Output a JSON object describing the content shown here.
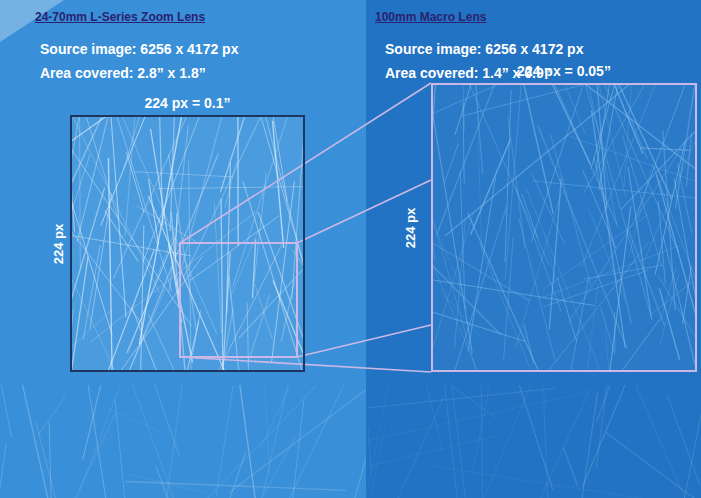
{
  "diagram": {
    "nodes": [
      {
        "text": [
          "24-70mm L-Series Zoom Lens",
          "Source image: 6256 x 4172 px",
          "Area covered: 2.8” x 1.8”"
        ]
      },
      {
        "text": [
          "224 px = 0.1”",
          "224 px"
        ],
        "in": 0
      },
      {
        "text": [
          "100mm Macro Lens",
          "Source image: 6256 x 4172 px",
          "Area covered: 1.4” x 0.9”"
        ]
      },
      {
        "text": [
          "224 px = 0.05”",
          "224 px"
        ],
        "in": 2
      }
    ]
  }
}
